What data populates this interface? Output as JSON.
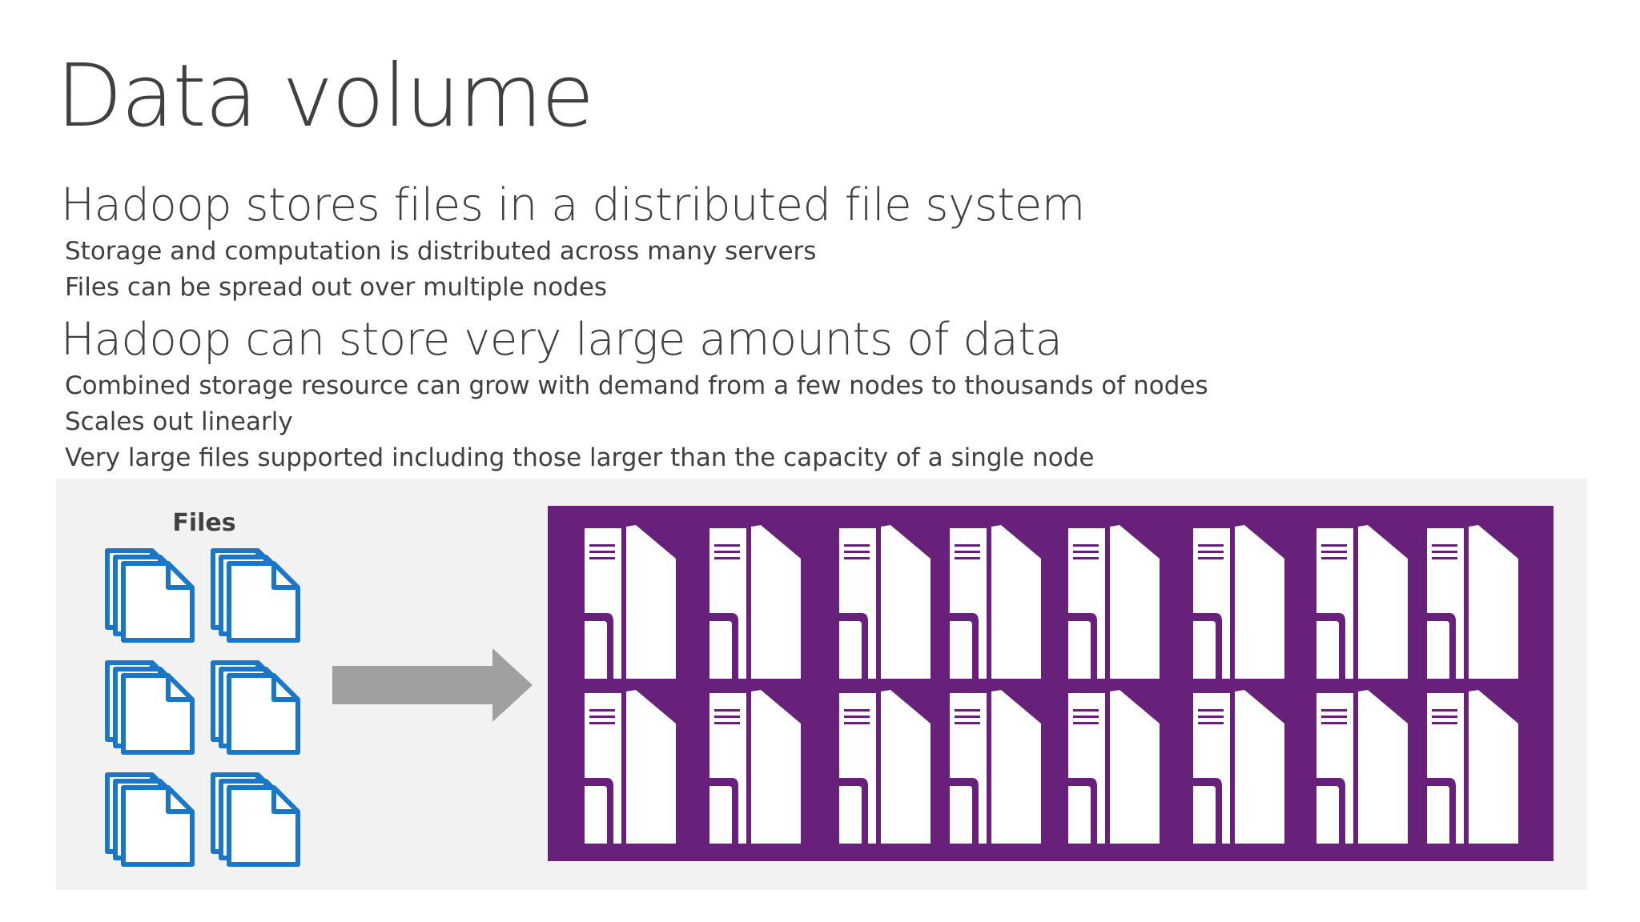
{
  "slide": {
    "title": "Data volume",
    "sections": [
      {
        "heading": "Hadoop stores files in a distributed file system",
        "points": [
          "Storage and computation is distributed across many servers",
          "Files can be spread out over multiple nodes"
        ]
      },
      {
        "heading": "Hadoop can store very large amounts of data",
        "points": [
          "Combined storage resource can grow with demand from a few nodes to thousands of nodes",
          "Scales out linearly",
          "Very large files supported including those larger than the capacity of a single node"
        ]
      }
    ]
  },
  "diagram": {
    "files_label": "Files",
    "file_icon": "document-stack-icon",
    "file_count": 6,
    "arrow_icon": "right-arrow-icon",
    "server_icon": "server-tower-icon",
    "server_count": 16,
    "colors": {
      "file_blue": "#1976c8",
      "panel_purple": "#68217a",
      "arrow_gray": "#a0a0a0",
      "diagram_bg": "#f2f2f2",
      "text": "#404040"
    }
  }
}
